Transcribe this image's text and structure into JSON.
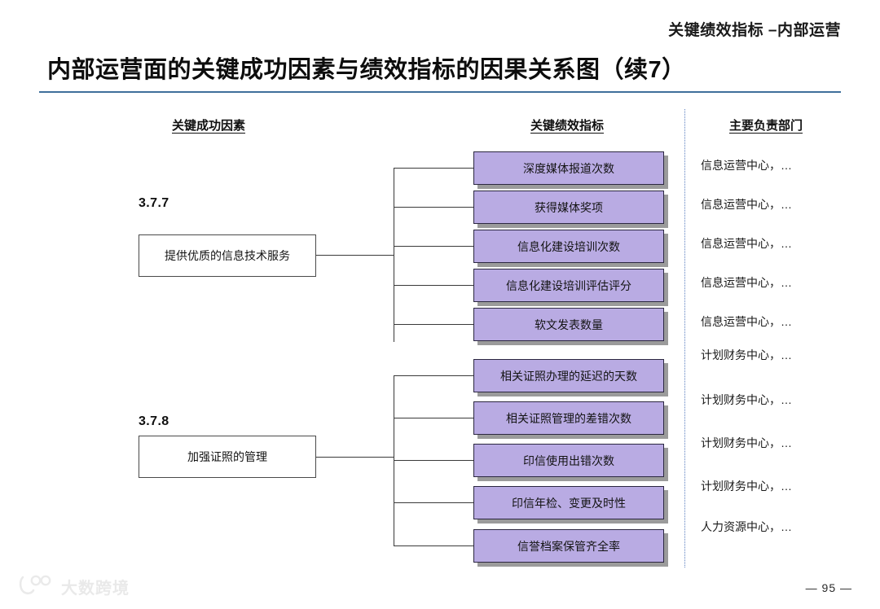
{
  "header": {
    "deck_label": "关键绩效指标 –内部运营",
    "title": "内部运营面的关键成功因素与绩效指标的因果关系图（续7）"
  },
  "columns": {
    "csf_heading": "关键成功因素",
    "kpi_heading": "关键绩效指标",
    "dept_heading": "主要负责部门"
  },
  "groups": [
    {
      "index": "3.7.7",
      "csf": "提供优质的信息技术服务",
      "kpis": [
        {
          "name": "深度媒体报道次数",
          "dept": "信息运营中心，…"
        },
        {
          "name": "获得媒体奖项",
          "dept": "信息运营中心，…"
        },
        {
          "name": "信息化建设培训次数",
          "dept": "信息运营中心，…"
        },
        {
          "name": "信息化建设培训评估评分",
          "dept": "信息运营中心，…"
        },
        {
          "name": "软文发表数量",
          "dept": "信息运营中心，…"
        }
      ]
    },
    {
      "index": "3.7.8",
      "csf": "加强证照的管理",
      "kpis": [
        {
          "name": "相关证照办理的延迟的天数",
          "dept": "计划财务中心，…"
        },
        {
          "name": "相关证照管理的差错次数",
          "dept": "计划财务中心，…"
        },
        {
          "name": "印信使用出错次数",
          "dept": "计划财务中心，…"
        },
        {
          "name": "印信年检、变更及时性",
          "dept": "计划财务中心，…"
        },
        {
          "name": "信誉档案保管齐全率",
          "dept": "人力资源中心，…"
        }
      ]
    }
  ],
  "footer": {
    "page_number": "— 95 —",
    "watermark_text": "大数跨境"
  },
  "colors": {
    "kpi_fill": "#b9abe3",
    "kpi_border": "#2b2740",
    "kpi_shadow": "#9b9b9b",
    "title_rule": "#3f6f9b",
    "divider": "#5b7fc0"
  }
}
